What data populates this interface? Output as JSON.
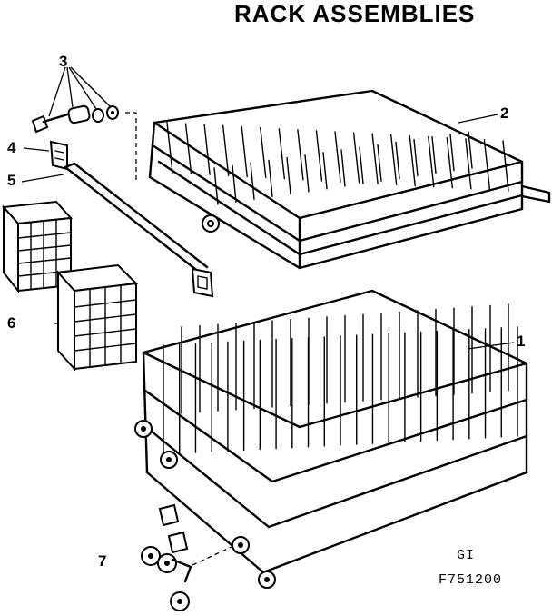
{
  "title": "RACK ASSEMBLIES",
  "callouts": {
    "c1": "1",
    "c2": "2",
    "c3": "3",
    "c4": "4",
    "c5": "5",
    "c6": "6",
    "c7": "7"
  },
  "footer": {
    "code1": "GI",
    "code2": "F751200"
  }
}
